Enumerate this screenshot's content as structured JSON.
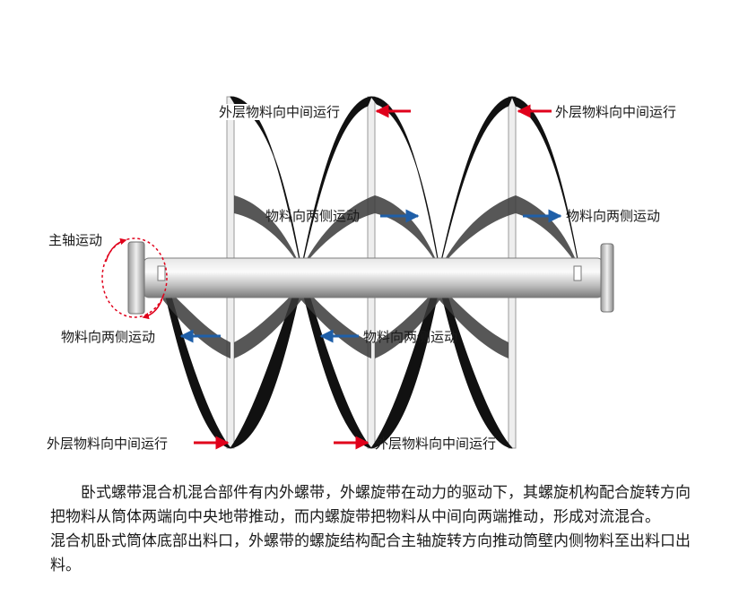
{
  "diagram": {
    "labels": {
      "outer_top_left": "外层物料向中间运行",
      "outer_top_right": "外层物料向中间运行",
      "outer_bottom_left": "外层物料向中间运行",
      "outer_bottom_right": "外层物料向中间运行",
      "inner_upper_mid": "物料向两侧运动",
      "inner_upper_right": "物料向两侧运动",
      "inner_lower_left": "物料向两侧运动",
      "inner_lower_mid": "物料向两侧运动",
      "shaft_motion": "主轴运动"
    },
    "colors": {
      "outer_arrow": "#e0001b",
      "inner_arrow": "#1f5fa8",
      "rotation_ring": "#e0001b",
      "ribbon": "#111111",
      "shaft_light": "#f4f4f4",
      "shaft_dark": "#8c8c8c"
    }
  },
  "description": {
    "paragraph1": "卧式螺带混合机混合部件有内外螺带，外螺旋带在动力的驱动下，其螺旋机构配合旋转方向把物料从筒体两端向中央地带推动，而内螺旋带把物料从中间向两端推动，形成对流混合。",
    "paragraph2": "混合机卧式筒体底部出料口，外螺带的螺旋结构配合主轴旋转方向推动筒壁内侧物料至出料口出料。"
  }
}
